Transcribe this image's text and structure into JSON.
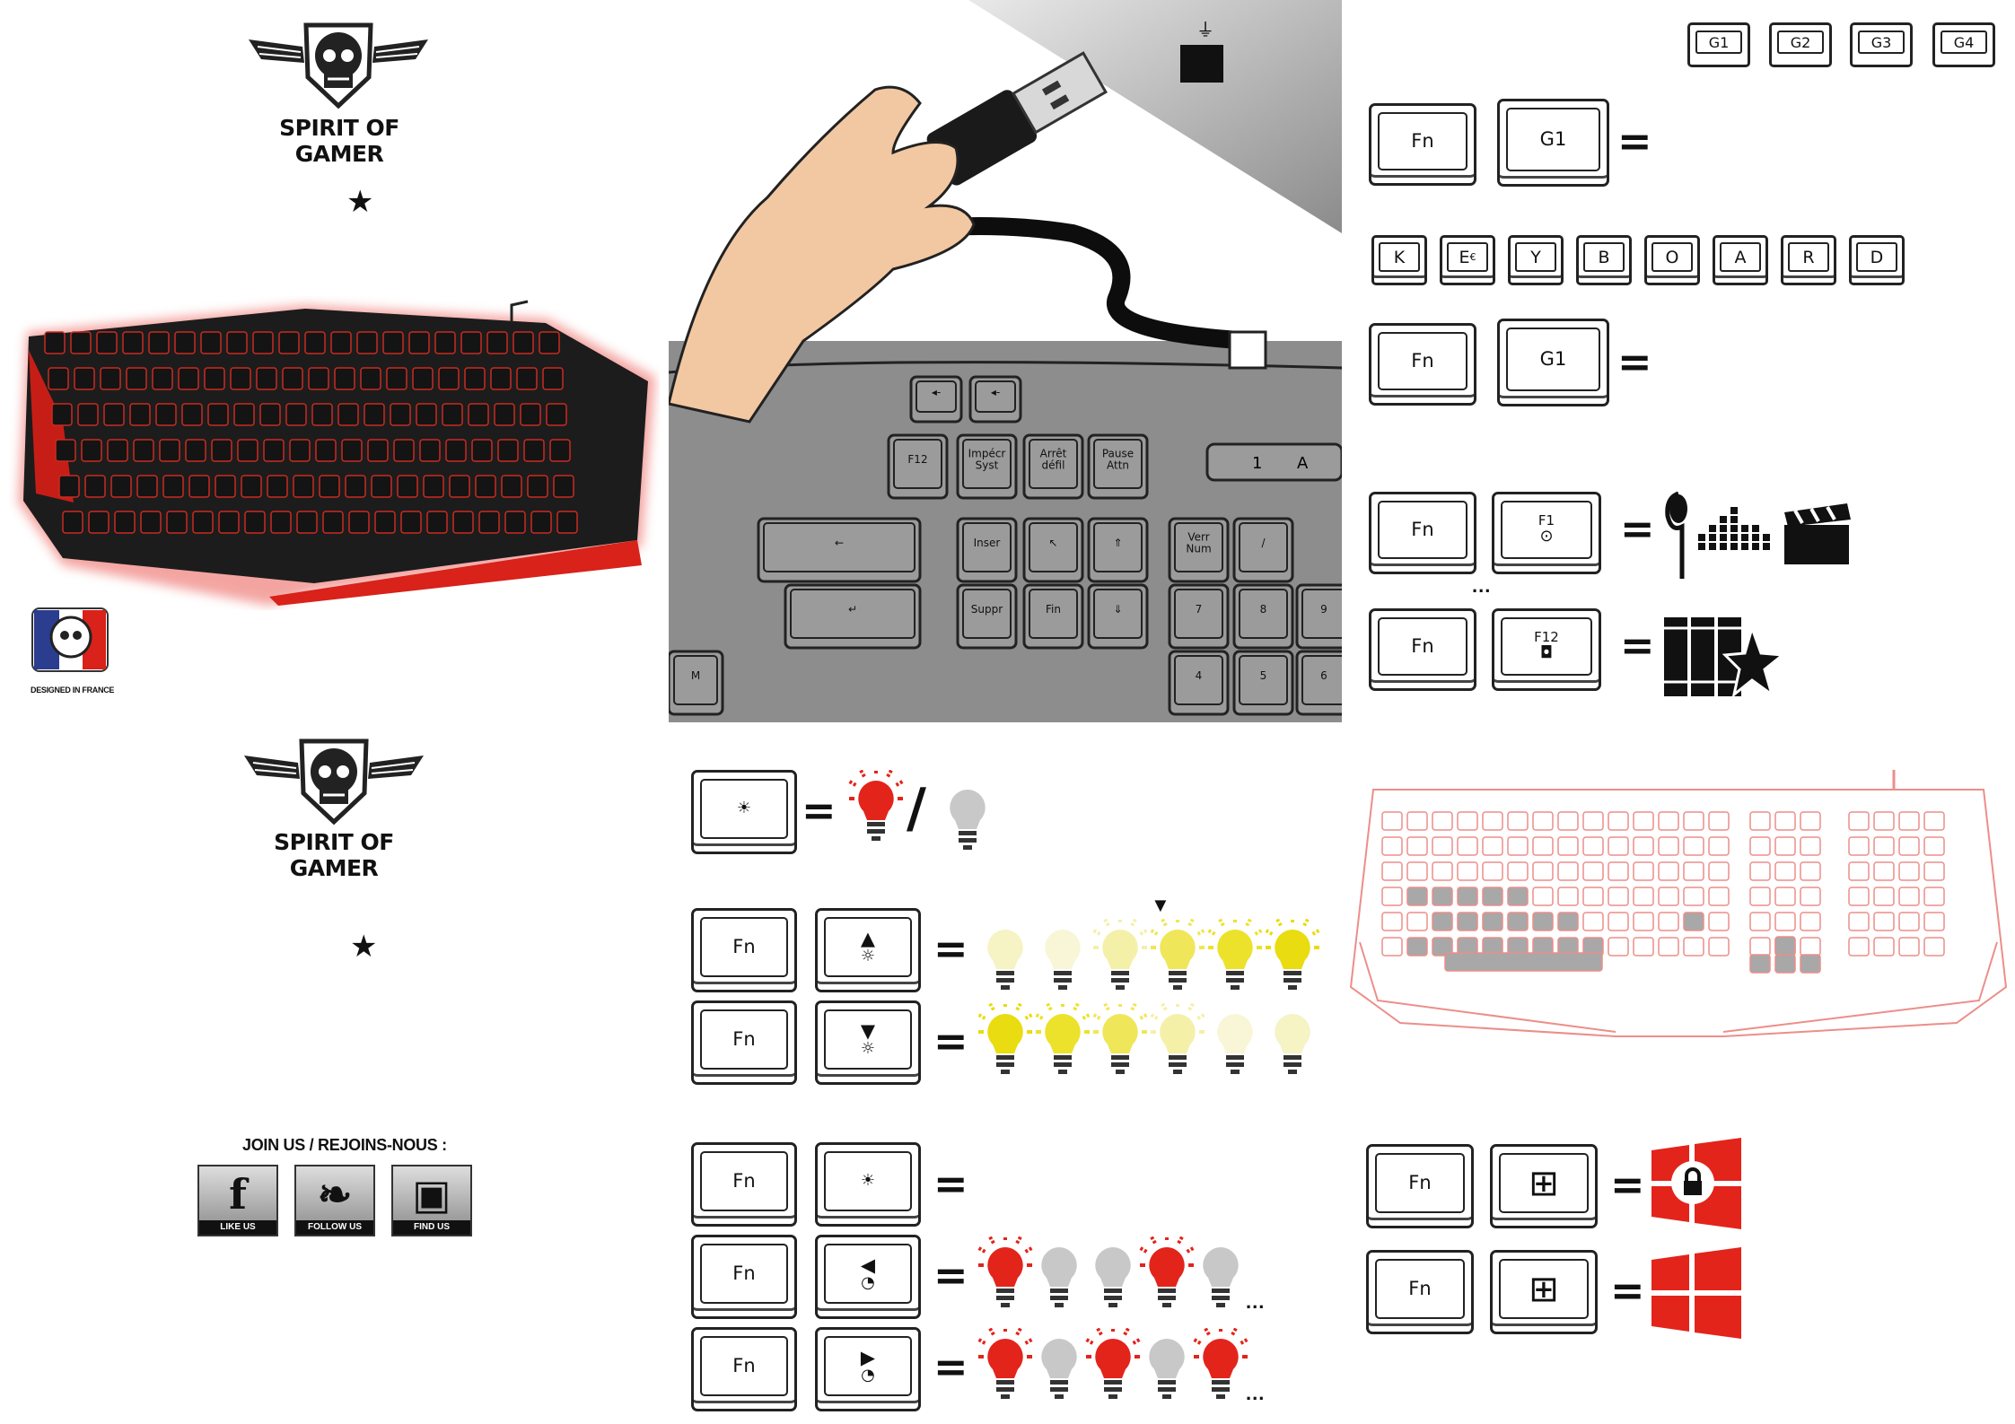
{
  "brand": {
    "name": "SPIRIT OF GAMER",
    "designed_in": "DESIGNED IN FRANCE"
  },
  "colors": {
    "red": "#e3241b",
    "grey_bulb": "#c8c8c8",
    "yellow_bright": "#f2e100",
    "yellow_pale": "#f7f4b8"
  },
  "gkeys": [
    "G1",
    "G2",
    "G3",
    "G4"
  ],
  "macro_record": {
    "fn": "Fn",
    "g": "G1",
    "keyboard_letters": [
      "K",
      "E",
      "Y",
      "B",
      "O",
      "A",
      "R",
      "D"
    ],
    "keyboard_sub_e": "€"
  },
  "media": {
    "fn": "Fn",
    "f1": "F1",
    "f12": "F12"
  },
  "usb_illustration": {
    "keys_row1": [
      "Impécr\nSyst",
      "Arrêt\ndéfil",
      "Pause\nAttn"
    ],
    "keys_row2": [
      "Inser",
      "Verr\nNum"
    ],
    "keys_row3": [
      "Suppr",
      "Fin"
    ],
    "f12": "F12",
    "top_small": [
      "◂-",
      "◂-"
    ],
    "lock_labels": [
      "1",
      "A"
    ],
    "letter_m": "M",
    "numpad": [
      "7",
      "8",
      "9",
      "4",
      "5",
      "6"
    ]
  },
  "lighting": {
    "fn": "Fn"
  },
  "social": {
    "join": "JOIN US / REJOINS-NOUS :",
    "items": [
      {
        "icon": "facebook-icon",
        "glyph": "f",
        "caption": "LIKE US"
      },
      {
        "icon": "twitter-icon",
        "glyph": "❧",
        "caption": "FOLLOW US"
      },
      {
        "icon": "instagram-icon",
        "glyph": "▣",
        "caption": "FIND US"
      }
    ]
  },
  "windows_lock": {
    "fn": "Fn"
  }
}
